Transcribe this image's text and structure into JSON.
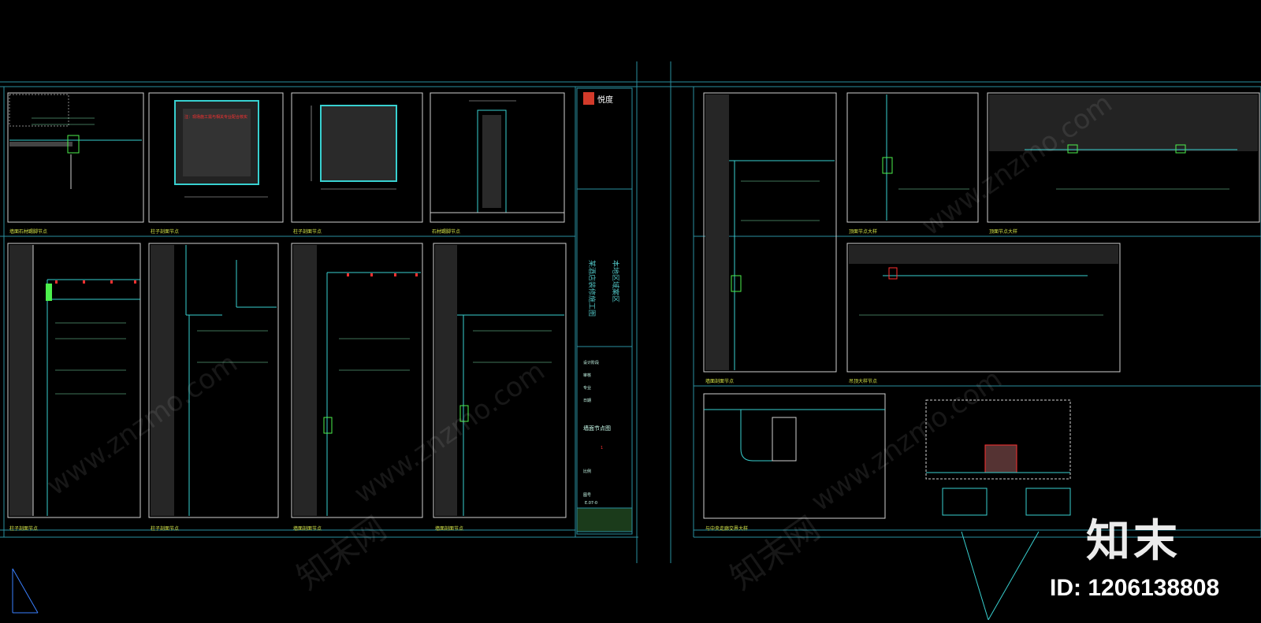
{
  "title_block": {
    "logo_text": "悦度",
    "project_name": "某酒店装修施工图",
    "drawing_title": "墙面节点图",
    "drawing_number": "E.07-0",
    "area": "本地区域案区",
    "sheet_no": "1",
    "rows": [
      "设计阶段",
      "审核",
      "专业",
      "日期",
      "比例",
      "图号"
    ]
  },
  "detail_captions_left": [
    "墙面石材踢脚节点",
    "柱子剖面节点",
    "柱子剖面节点",
    "石材踢脚节点",
    "柱子剖面节点",
    "柱子剖面节点",
    "墙面剖面节点",
    "墙面剖面节点"
  ],
  "detail_captions_right": [
    "墙面剖面节点",
    "顶面节点大样",
    "顶面节点大样",
    "吊顶大样节点",
    "与中央走廊交界大样"
  ],
  "red_note": "注：现场施工需与相关专业配合核实",
  "watermark": {
    "site": "www.znzmo.com",
    "brand": "知末网",
    "logo": "知末",
    "id": "ID: 1206138808"
  },
  "colors": {
    "frame": "#2a8fa0",
    "line": "#38d0d0",
    "text": "#7fe8b0",
    "caption": "#d8e84a",
    "red": "#ff3030"
  }
}
